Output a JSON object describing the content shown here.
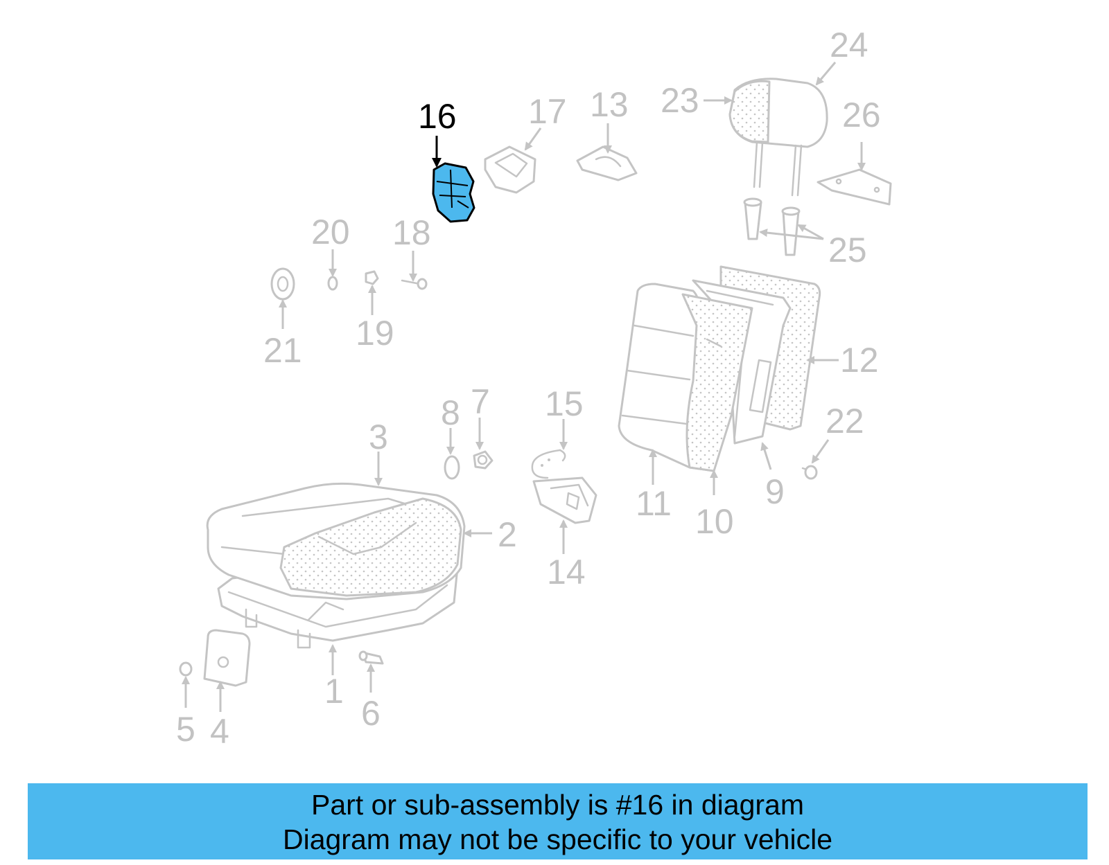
{
  "highlighted_part": "16",
  "callouts": [
    "1",
    "2",
    "3",
    "4",
    "5",
    "6",
    "7",
    "8",
    "9",
    "10",
    "11",
    "12",
    "13",
    "14",
    "15",
    "16",
    "17",
    "18",
    "19",
    "20",
    "21",
    "22",
    "23",
    "24",
    "25",
    "26"
  ],
  "banner": {
    "line1": "Part or sub-assembly is #16 in diagram",
    "line2": "Diagram may not be specific to your vehicle"
  },
  "colors": {
    "highlight_fill": "#4cb8ee",
    "banner_background": "#4cb8ee",
    "outline_gray": "#c4c4c4",
    "highlight_text": "#000000"
  }
}
